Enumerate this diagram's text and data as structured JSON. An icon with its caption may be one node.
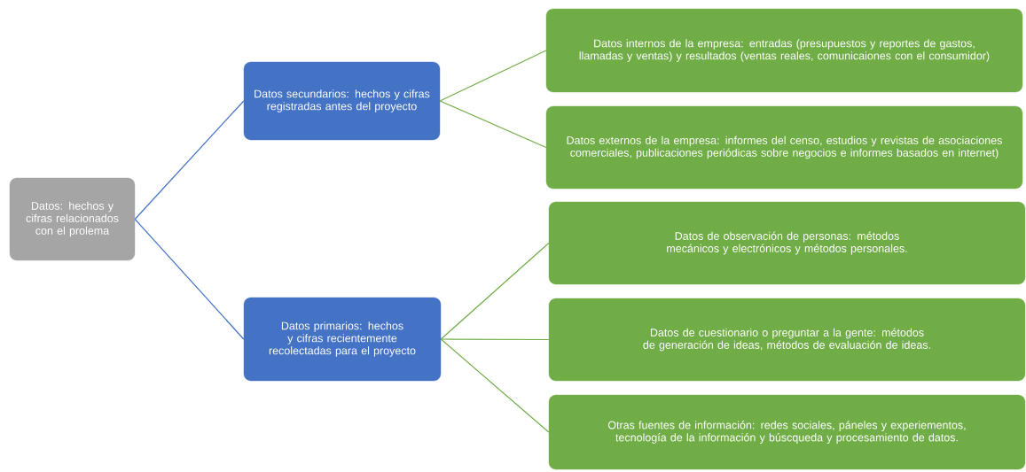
{
  "diagram": {
    "nodes": [
      {
        "text": [
          "Datos: hechos y cifras relacionados con el prolema"
        ]
      },
      {
        "text": [
          "Datos secundarios: hechos y cifras registradas antes del proyecto"
        ]
      },
      {
        "text": [
          "Datos primarios: hechos y cifras recientemente recolectadas para el proyecto"
        ]
      },
      {
        "text": [
          "Datos internos de la empresa: entradas (presupuestos y reportes de gastos, llamadas y ventas) y resultados (ventas reales, comunicaiones con el consumidor)"
        ]
      },
      {
        "text": [
          "Datos externos de la empresa: informes del censo, estudios y revistas de asociaciones comerciales, publicaciones periódicas sobre negocios e informes basados en internet)"
        ]
      },
      {
        "text": [
          "Datos de observación de personas: métodos mecánicos y electrónicos y métodos personales."
        ]
      },
      {
        "text": [
          "Datos de cuestionario o preguntar a la gente: métodos de generación de ideas, métodos de evaluación de ideas."
        ]
      },
      {
        "text": [
          "Otras fuentes de información: redes sociales, páneles y experiementos, tecnología de la información y búscqueda y procesamiento de datos."
        ]
      }
    ],
    "edges": [
      {
        "from": 0,
        "to": 1,
        "arrow": "none",
        "color": "#4472c4"
      },
      {
        "from": 0,
        "to": 2,
        "arrow": "none",
        "color": "#4472c4"
      },
      {
        "from": 1,
        "to": 3,
        "arrow": "none"
      },
      {
        "from": 1,
        "to": 4,
        "arrow": "none"
      },
      {
        "from": 2,
        "to": 5,
        "arrow": "none"
      },
      {
        "from": 2,
        "to": 6,
        "arrow": "none"
      },
      {
        "from": 2,
        "to": 7,
        "arrow": "none"
      }
    ]
  }
}
